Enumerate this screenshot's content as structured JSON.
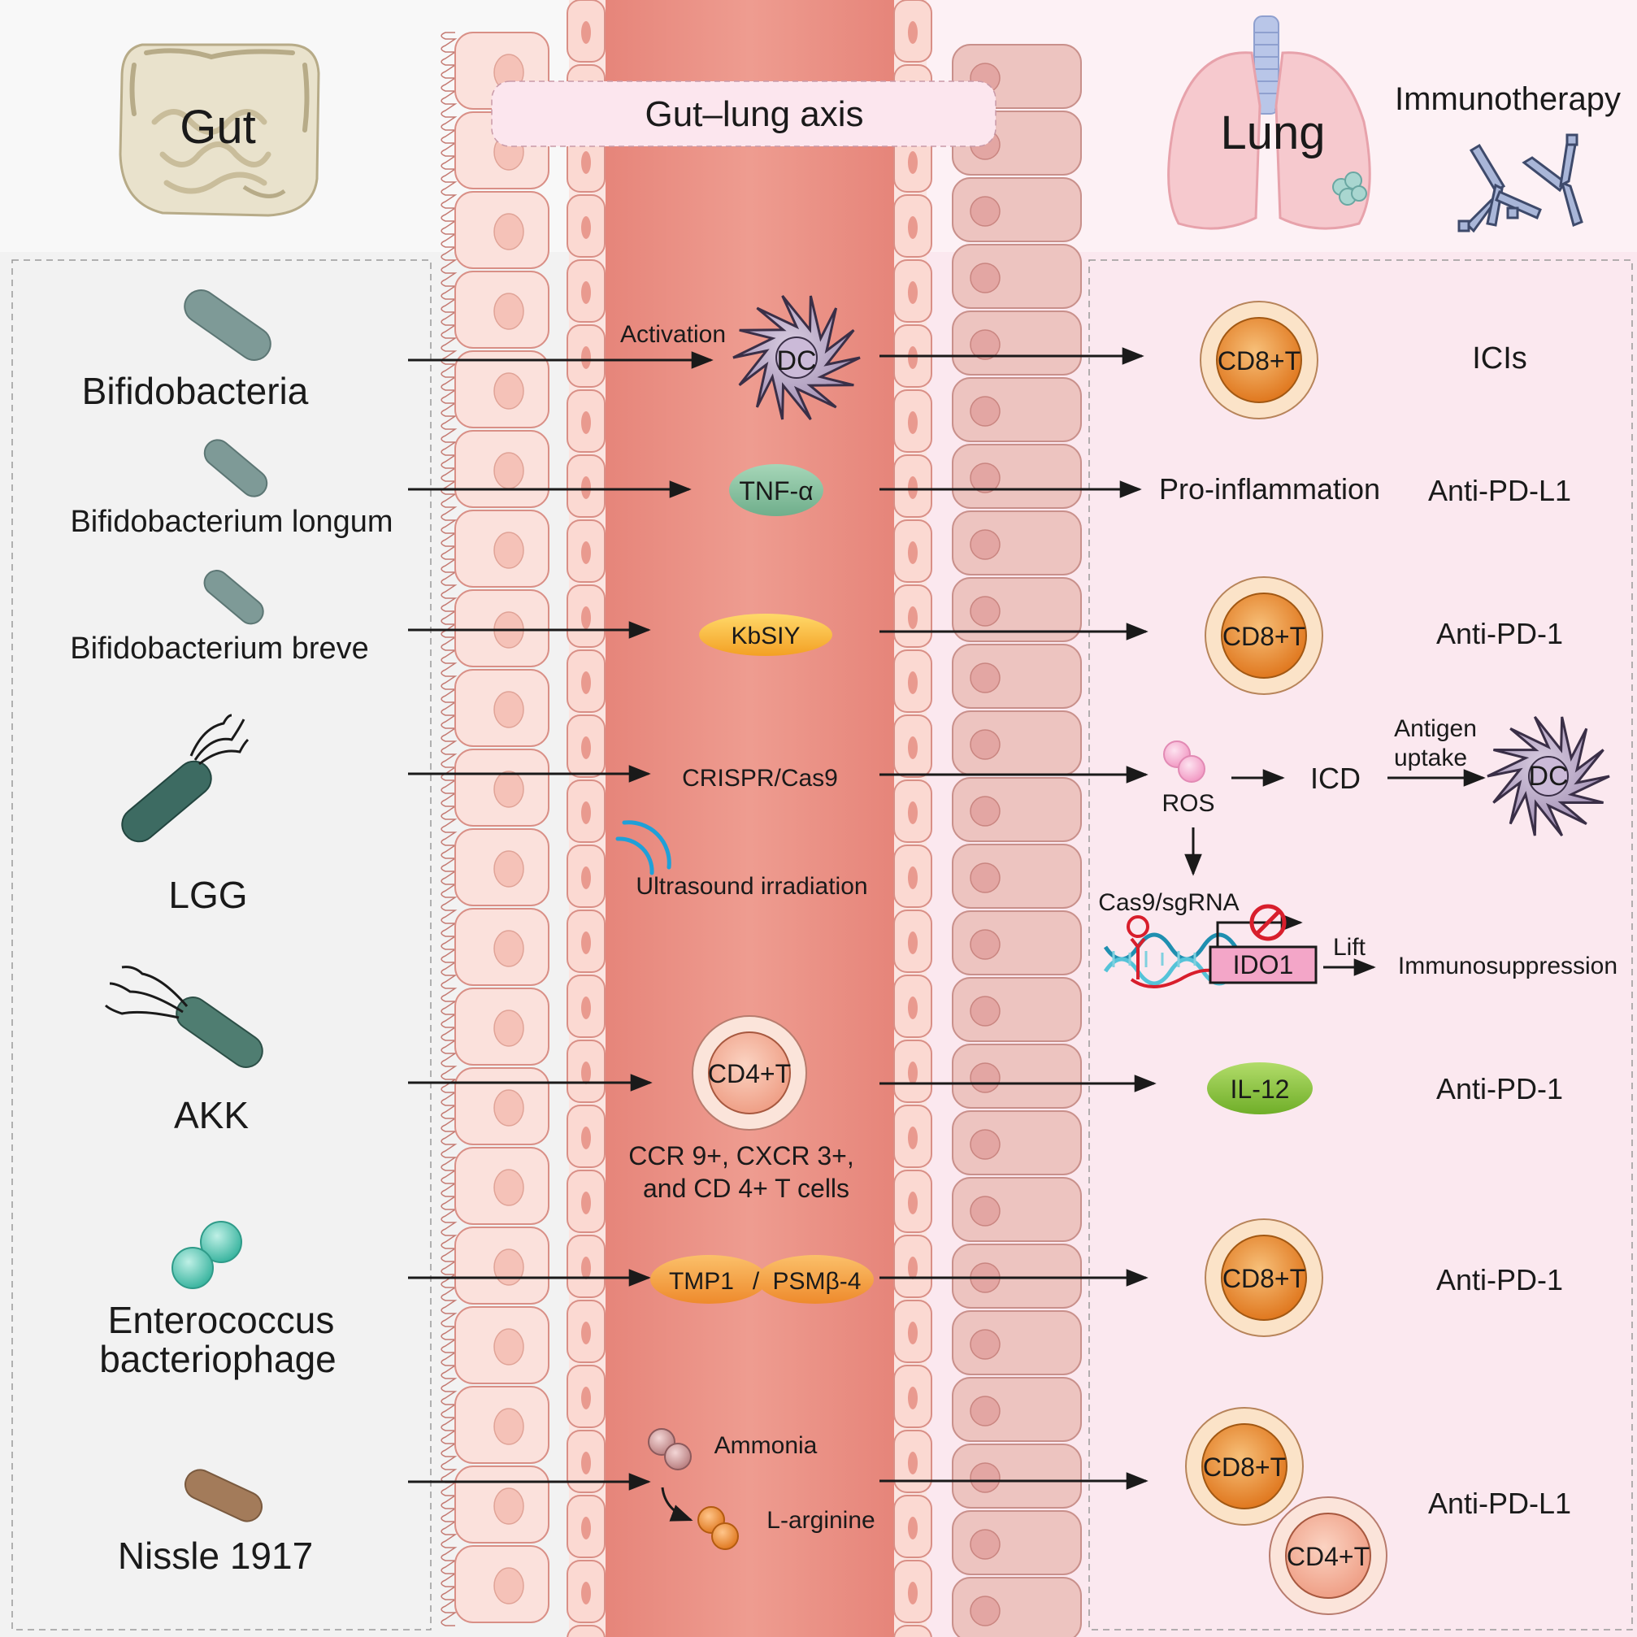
{
  "title": "Gut–lung axis",
  "organs": {
    "gut": "Gut",
    "lung": "Lung",
    "therapy": "Immunotherapy"
  },
  "bacteria": [
    "Bifidobacteria",
    "Bifidobacterium longum",
    "Bifidobacterium breve",
    "LGG",
    "AKK",
    "Enterococcus",
    "bacteriophage",
    "Nissle 1917"
  ],
  "mediators": {
    "activation": "Activation",
    "dc": "DC",
    "tnf": "TNF-α",
    "kbsiy": "KbSIY",
    "crispr": "CRISPR/Cas9",
    "ultrasound": "Ultrasound irradiation",
    "cd4": "CD4+T",
    "ccr_line1": "CCR 9+, CXCR 3+,",
    "ccr_line2": "and CD 4+ T cells",
    "tmp1": "TMP1",
    "slash": "/",
    "psmb4": "PSMβ-4",
    "ammonia": "Ammonia",
    "larginine": "L-arginine"
  },
  "lung_effects": {
    "cd8": "CD8+T",
    "cd4": "CD4+T",
    "pro_inflammation": "Pro-inflammation",
    "ros": "ROS",
    "icd": "ICD",
    "antigen": "Antigen",
    "uptake": "uptake",
    "dc": "DC",
    "cas9": "Cas9/sgRNA",
    "ido1": "IDO1",
    "lift": "Lift",
    "immunosuppression": "Immunosuppression",
    "il12": "IL-12"
  },
  "therapies": [
    "ICIs",
    "Anti-PD-L1",
    "Anti-PD-1",
    "Anti-PD-1",
    "Anti-PD-1",
    "Anti-PD-L1"
  ],
  "colors": {
    "lumen": "#ec9a8e",
    "cell_fill": "#fbe1dc",
    "cell_stroke": "#d98f86",
    "lung_cell": "#edc4c0",
    "tnf": "#8fc7a6",
    "kbsiy": "#f6b13a",
    "tmp": "#f29a3e",
    "il12": "#8cc63f",
    "cd8_core": "#e88a2e",
    "cd4_core": "#f2a78d",
    "dc": "#b9a7c6",
    "ido1": "#f3a6c8",
    "bacteria_gray": "#7f9b98",
    "bacteria_green": "#3d6b62",
    "enterococcus": "#57c7b5",
    "nissle": "#a37b5a"
  },
  "icons": [
    "gut-icon",
    "lung-icon",
    "antibody-icon",
    "dc-icon",
    "ultrasound-icon",
    "dna-icon",
    "sgrna-icon",
    "block-icon"
  ]
}
